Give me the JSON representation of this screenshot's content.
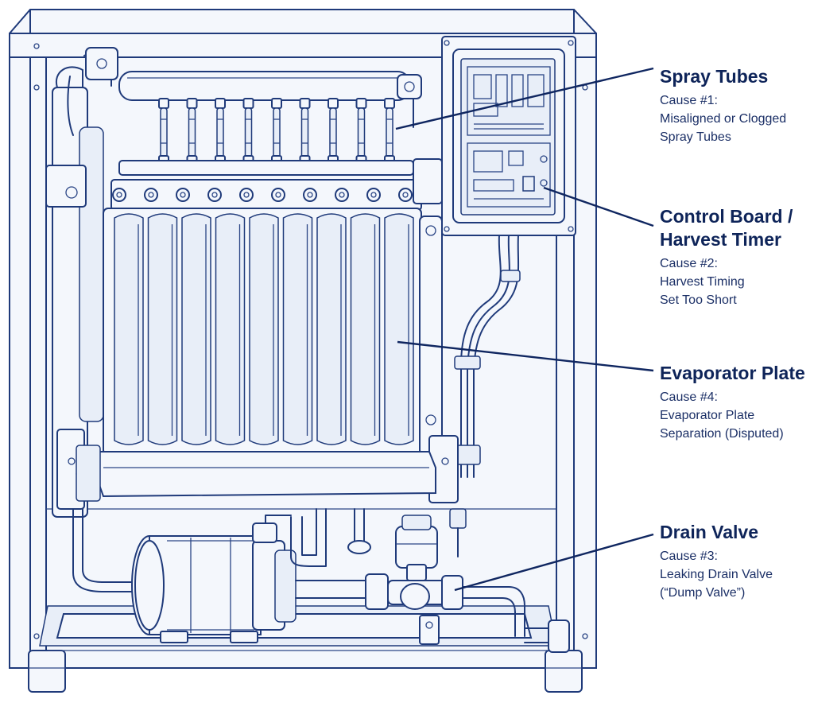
{
  "colors": {
    "ink": "#1f3a7a",
    "text": "#0e2459",
    "background": "#ffffff"
  },
  "callouts": {
    "spray_tubes": {
      "title": "Spray Tubes",
      "cause": "Cause #1:",
      "line1": "Misaligned or Clogged",
      "line2": "Spray Tubes"
    },
    "control_board": {
      "title_line1": "Control Board /",
      "title_line2": "Harvest Timer",
      "cause": "Cause #2:",
      "line1": "Harvest Timing",
      "line2": "Set Too Short"
    },
    "evaporator_plate": {
      "title": "Evaporator Plate",
      "cause": "Cause #4:",
      "line1": "Evaporator Plate",
      "line2": "Separation (Disputed)"
    },
    "drain_valve": {
      "title": "Drain Valve",
      "cause": "Cause #3:",
      "line1": "Leaking Drain Valve",
      "line2": "(“Dump Valve”)"
    }
  }
}
